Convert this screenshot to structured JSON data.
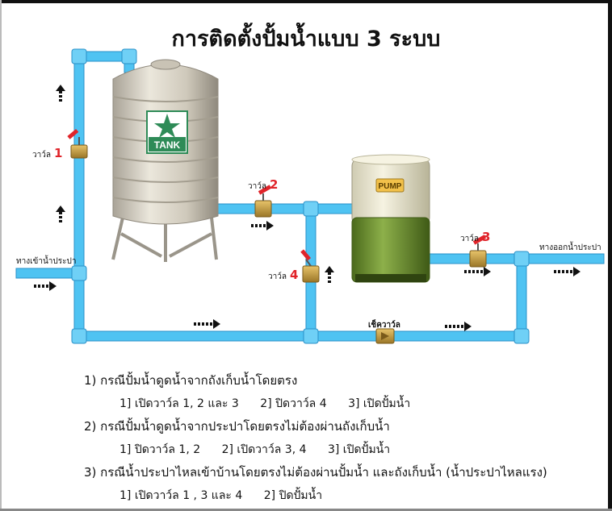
{
  "title": "การติดตั้งปั้มน้ำแบบ 3 ระบบ",
  "labels": {
    "inlet": "ทางเข้าน้ำประปา",
    "outlet": "ทางออกน้ำประปา",
    "check_valve": "เช็ควาว์ล",
    "tank": "TANK",
    "pump": "PUMP",
    "valve_word": "วาว์ล"
  },
  "valves": [
    {
      "label": "วาว์ล",
      "number": "1"
    },
    {
      "label": "วาว์ล",
      "number": "2"
    },
    {
      "label": "วาว์ล",
      "number": "3"
    },
    {
      "label": "วาว์ล",
      "number": "4"
    }
  ],
  "colors": {
    "pipe": "#4fc3f2",
    "pipe_edge": "#2a90c8",
    "valve_handle": "#e0242a",
    "valve_body": "#c8a24a",
    "tank_body": "#d8d2c4",
    "tank_logo": "#2e8b57",
    "pump_top": "#efecd8",
    "pump_bottom": "#6b8f2e",
    "arrow": "#111111"
  },
  "cases": [
    {
      "title": "1) กรณีปั้มน้ำดูดน้ำจากถังเก็บน้ำโดยตรง",
      "steps": [
        "1] เปิดวาว์ล 1, 2  และ 3",
        "2] ปิดวาว์ล 4",
        "3] เปิดปั้มน้ำ"
      ]
    },
    {
      "title": "2) กรณีปั้มน้ำดูดน้ำจากประปาโดยตรงไม่ต้องผ่านถังเก็บน้ำ",
      "steps": [
        "1] ปิดวาว์ล 1, 2",
        "2] เปิดวาว์ล 3, 4",
        "3] เปิดปั้มน้ำ"
      ]
    },
    {
      "title": "3) กรณีน้ำประปาไหลเข้าบ้านโดยตรงไม่ต้องผ่านปั้มน้ำ และถังเก็บน้ำ (น้ำประปาไหลแรง)",
      "steps": [
        "1] เปิดวาว์ล 1 , 3 และ 4",
        "2] ปิดปั้มน้ำ"
      ]
    }
  ]
}
